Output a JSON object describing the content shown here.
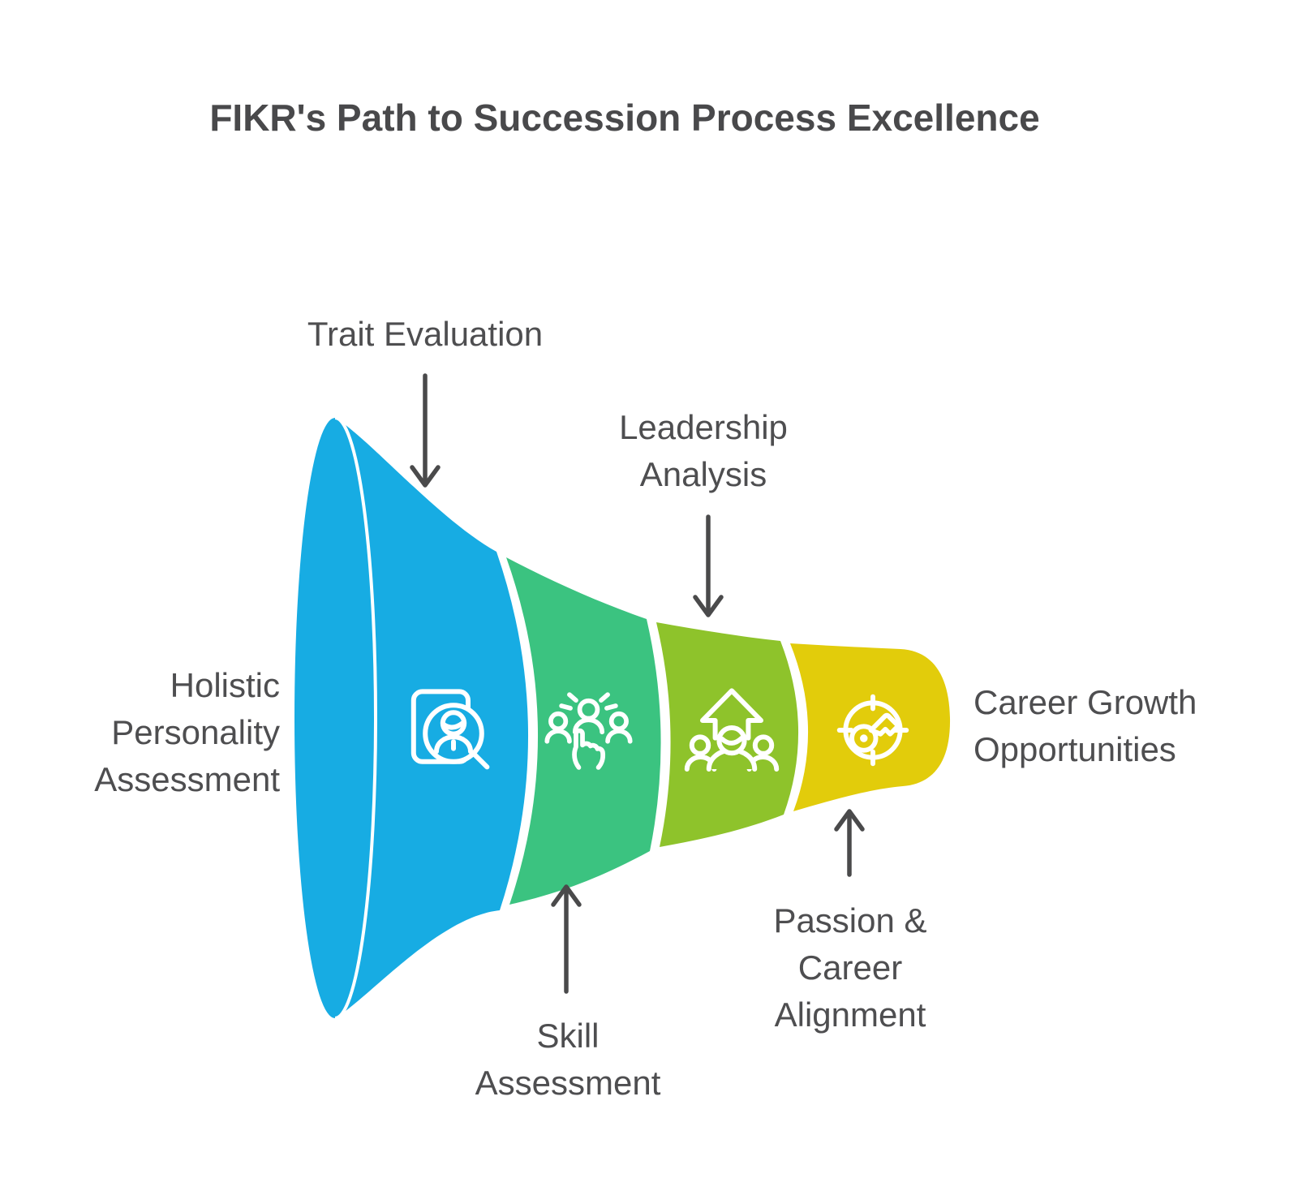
{
  "title": "FIKR's Path to Succession Process Excellence",
  "labels": {
    "trait_evaluation": "Trait Evaluation",
    "leadership_analysis": "Leadership\nAnalysis",
    "holistic_personality": "Holistic\nPersonality\nAssessment",
    "career_growth": "Career Growth\nOpportunities",
    "skill_assessment": "Skill\nAssessment",
    "passion_career": "Passion &\nCareer\nAlignment"
  },
  "funnel": {
    "stages": [
      {
        "name": "Holistic Personality Assessment",
        "color": "#17ACE3",
        "icon": "profile-search-icon"
      },
      {
        "name": "Skill Assessment",
        "color": "#3BC380",
        "icon": "people-selection-icon"
      },
      {
        "name": "Leadership Analysis",
        "color": "#8EC32B",
        "icon": "team-growth-arrow-icon"
      },
      {
        "name": "Passion & Career Alignment",
        "color": "#E2CC0B",
        "icon": "target-key-icon"
      }
    ]
  },
  "colors": {
    "title_text": "#49494b",
    "label_text": "#4e4e50",
    "arrow": "#4a4a4b",
    "separator": "#ffffff",
    "background": "#FFFFFF"
  }
}
